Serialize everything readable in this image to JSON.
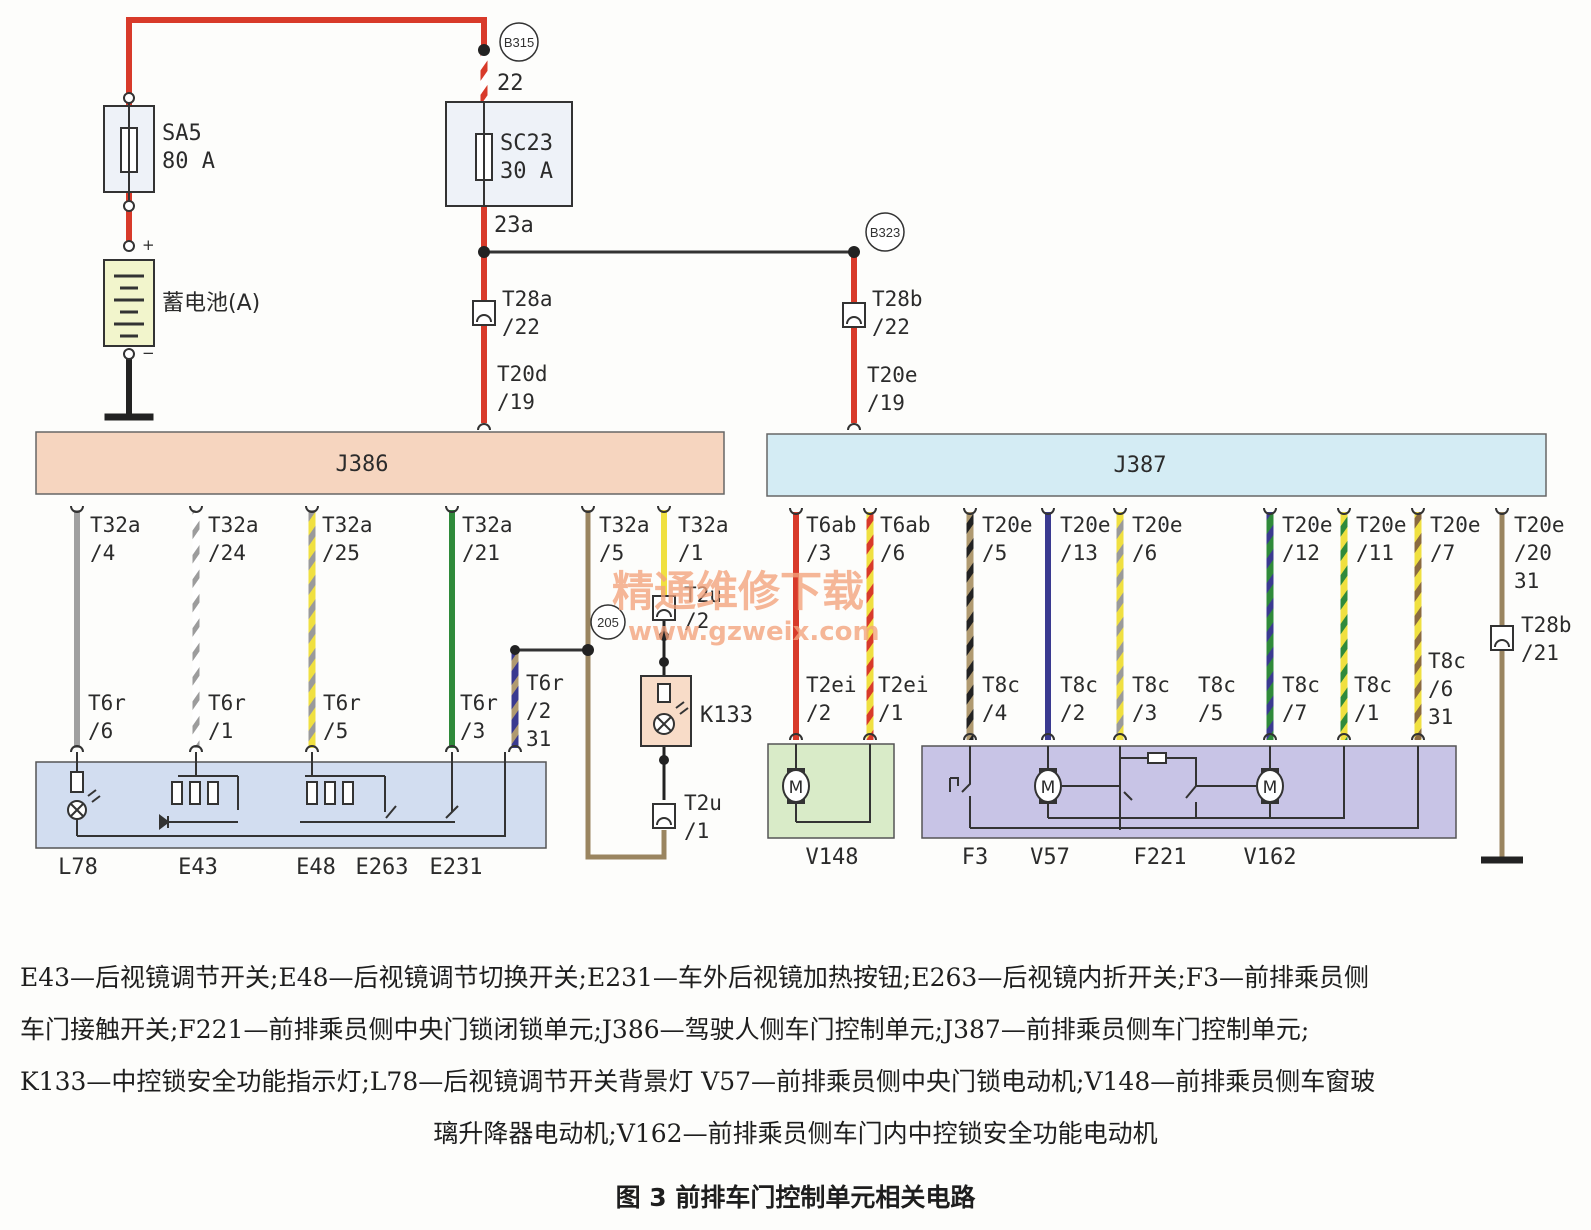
{
  "diagram": {
    "top": {
      "fuse_sa5": {
        "name": "SA5",
        "rating": "80 A"
      },
      "fuse_sc23": {
        "name": "SC23",
        "rating": "30 A"
      },
      "battery": "蓄电池(A)",
      "battery_plus": "+",
      "battery_minus": "−",
      "node_b315": "B315",
      "node_b323": "B323",
      "node_205": "205",
      "pin_22": "22",
      "pin_23a": "23a",
      "t28a": [
        "T28a",
        "/22"
      ],
      "t28b_top": [
        "T28b",
        "/22"
      ],
      "t20d": [
        "T20d",
        "/19"
      ],
      "t20e_top": [
        "T20e",
        "/19"
      ]
    },
    "modules": {
      "j386": "J386",
      "j387": "J387"
    },
    "left_pins": [
      [
        "T32a",
        "/4"
      ],
      [
        "T32a",
        "/24"
      ],
      [
        "T32a",
        "/25"
      ],
      [
        "T32a",
        "/21"
      ],
      [
        "T32a",
        "/5"
      ],
      [
        "T32a",
        "/1"
      ]
    ],
    "left_lower": [
      [
        "T6r",
        "/6"
      ],
      [
        "T6r",
        "/1"
      ],
      [
        "T6r",
        "/5"
      ],
      [
        "T6r",
        "/3"
      ],
      [
        "T6r",
        "/2",
        "31"
      ]
    ],
    "t2u_top": [
      "T2u",
      "/2"
    ],
    "t2u_bottom": [
      "T2u",
      "/1"
    ],
    "k133": "K133",
    "right_pins": [
      [
        "T6ab",
        "/3"
      ],
      [
        "T6ab",
        "/6"
      ],
      [
        "T20e",
        "/5"
      ],
      [
        "T20e",
        "/13"
      ],
      [
        "T20e",
        "/6"
      ],
      [
        "T20e",
        "/12"
      ],
      [
        "T20e",
        "/11"
      ],
      [
        "T20e",
        "/7"
      ],
      [
        "T20e",
        "/20",
        "31"
      ]
    ],
    "right_lower": [
      [
        "T2ei",
        "/2"
      ],
      [
        "T2ei",
        "/1"
      ],
      [
        "T8c",
        "/4"
      ],
      [
        "T8c",
        "/2"
      ],
      [
        "T8c",
        "/3"
      ],
      [
        "T8c",
        "/5"
      ],
      [
        "T8c",
        "/7"
      ],
      [
        "T8c",
        "/1"
      ],
      [
        "T8c",
        "/6",
        "31"
      ]
    ],
    "t28b_right": [
      "T28b",
      "/21"
    ],
    "components_left": [
      "L78",
      "E43",
      "E48",
      "E263",
      "E231"
    ],
    "components_right": [
      "V148",
      "F3",
      "V57",
      "F221",
      "V162"
    ],
    "motor_symbol": "M"
  },
  "watermark": {
    "text": "精通维修下载",
    "url": "www.gzweix.com"
  },
  "caption": {
    "line1": "E43—后视镜调节开关;E48—后视镜调节切换开关;E231—车外后视镜加热按钮;E263—后视镜内折开关;F3—前排乘员侧",
    "line2": "车门接触开关;F221—前排乘员侧中央门锁闭锁单元;J386—驾驶人侧车门控制单元;J387—前排乘员侧车门控制单元;",
    "line3": "K133—中控锁安全功能指示灯;L78—后视镜调节开关背景灯 V57—前排乘员侧中央门锁电动机;V148—前排乘员侧车窗玻",
    "line4": "璃升降器电动机;V162—前排乘员侧车门内中控锁安全功能电动机",
    "figure_title": "图 3    前排车门控制单元相关电路"
  },
  "colors": {
    "red": "#d83a2a",
    "gray": "#a0a0a0",
    "yellow": "#f0e040",
    "green": "#2f8a3a",
    "brown": "#9a8560",
    "blue": "#3a3a90",
    "black": "#222222",
    "j386_fill": "#f6d5bf",
    "j387_fill": "#d4ecf4",
    "comp_blue": "#d2ddf0",
    "comp_green": "#d9ebc8",
    "comp_purple": "#c8c4e6"
  }
}
